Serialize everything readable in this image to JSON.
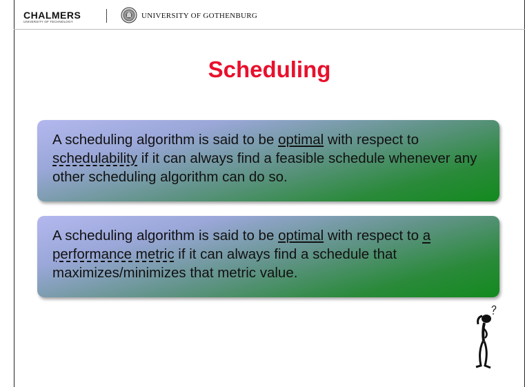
{
  "header": {
    "chalmers_name": "CHALMERS",
    "chalmers_sub": "UNIVERSITY OF TECHNOLOGY",
    "gu_name": "UNIVERSITY OF GOTHENBURG",
    "seal_icon": "gothenburg-seal-icon"
  },
  "slide": {
    "title": "Scheduling",
    "title_color": "#e8102d",
    "box1": {
      "t1": "A scheduling algorithm is said to be ",
      "optimal": "optimal",
      "t2": " with respect to ",
      "term": "schedulability",
      "t3": " if it can always find a feasible schedule whenever any other scheduling algorithm can do so."
    },
    "box2": {
      "t1": "A scheduling algorithm is said to be ",
      "optimal": "optimal",
      "t2": " with respect to ",
      "term": "a performance metric",
      "t3": " if it can always find a schedule that maximizes/minimizes that metric value."
    },
    "clipart_icon": "thinking-stick-figure-icon"
  }
}
